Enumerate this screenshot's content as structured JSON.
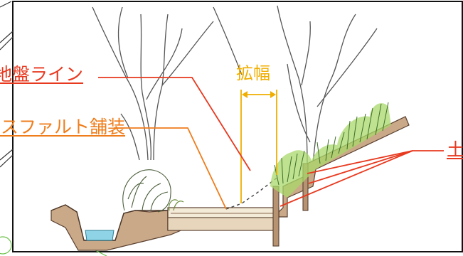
{
  "labels": {
    "ground_line": "地盤ライン",
    "asphalt": "アスファルト舗装",
    "widening": "拡幅",
    "right_partial": "土"
  },
  "colors": {
    "red_label": "#e8391f",
    "orange_label": "#ef7d1c",
    "yellow_label": "#f0ae00",
    "soil": "#c9a98a",
    "grass": "#9ccf5c",
    "water": "#8fd3e6"
  }
}
